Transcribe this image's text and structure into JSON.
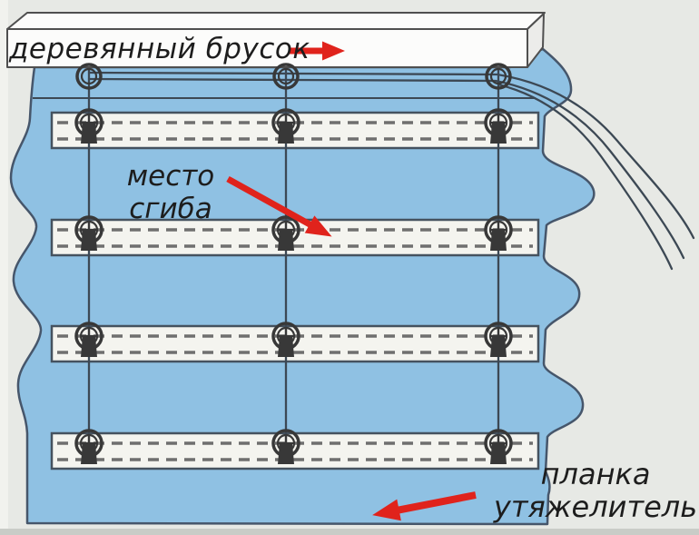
{
  "colors": {
    "bg": "#e7e9e5",
    "bg-edge": "#f1f2ee",
    "bg-bottom": "#c9ccc7",
    "fabric": "#8fc1e3",
    "outline": "#46566b",
    "slat-fill": "#f4f4ef",
    "slat-border": "#45525f",
    "stitch": "#6f6f6f",
    "cord": "#3c4854",
    "ring": "#383838",
    "bar-face": "#fcfcfb",
    "bar-side": "#ececea",
    "bar-outline": "#4f4f4f",
    "arrow": "#e0231c",
    "text": "#1d1d1d"
  },
  "labels": {
    "wooden_bar": "деревянный брусок",
    "fold_place_line1": "место",
    "fold_place_line2": "сгиба",
    "weight_bar_line1": "планка",
    "weight_bar_line2": "утяжелитель"
  },
  "structure": {
    "slat_count": 4,
    "ring_columns": 3,
    "ring_rows": 4,
    "cord_count": 3
  }
}
